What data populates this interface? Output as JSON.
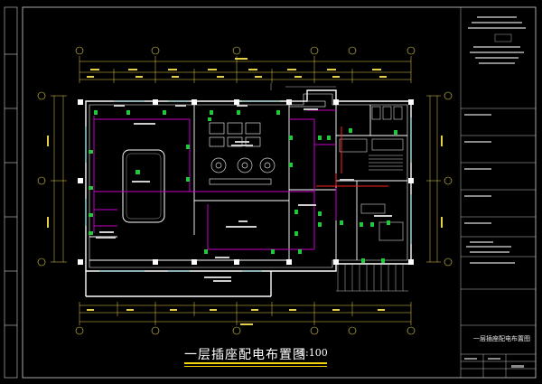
{
  "drawing": {
    "title": "一层插座配电布置图",
    "scale": "1:100"
  },
  "titleblock": {
    "sheet_title": "一层插座配电布置图"
  },
  "colors": {
    "background": "#000000",
    "wall": "#ffffff",
    "dimension": "#e6d24a",
    "circuit_magenta": "#c800c8",
    "outlet_green": "#22c83c",
    "red_line": "#ff2020",
    "cyan_grid": "#28c8c8",
    "title_underline": "#f4d10b"
  }
}
